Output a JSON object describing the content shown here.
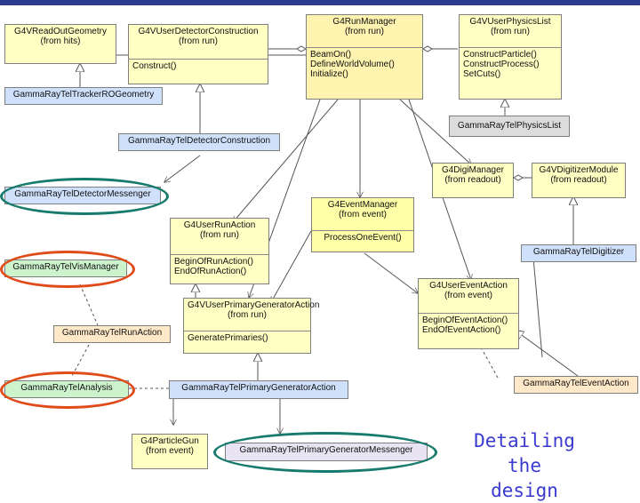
{
  "classes": {
    "readout_geometry": {
      "name": "G4VReadOutGeometry",
      "origin": "(from hits)"
    },
    "user_detector_construction": {
      "name": "G4VUserDetectorConstruction",
      "origin": "(from run)",
      "ops": [
        "Construct()"
      ]
    },
    "run_manager": {
      "name": "G4RunManager",
      "origin": "(from run)",
      "ops": [
        "BeamOn()",
        "DefineWorldVolume()",
        "Initialize()"
      ]
    },
    "user_physics_list": {
      "name": "G4VUserPhysicsList",
      "origin": "(from run)",
      "ops": [
        "ConstructParticle()",
        "ConstructProcess()",
        "SetCuts()"
      ]
    },
    "tracker_ro_geometry": {
      "name": "GammaRayTelTrackerROGeometry"
    },
    "physics_list": {
      "name": "GammaRayTelPhysicsList"
    },
    "detector_construction": {
      "name": "GammaRayTelDetectorConstruction"
    },
    "digi_manager": {
      "name": "G4DigiManager",
      "origin": "(from readout)"
    },
    "digitizer_module": {
      "name": "G4VDigitizerModule",
      "origin": "(from readout)"
    },
    "detector_messenger": {
      "name": "GammaRayTelDetectorMessenger"
    },
    "event_manager": {
      "name": "G4EventManager",
      "origin": "(from event)",
      "ops": [
        "ProcessOneEvent()"
      ]
    },
    "user_run_action": {
      "name": "G4UserRunAction",
      "origin": "(from run)",
      "ops": [
        "BeginOfRunAction()",
        "EndOfRunAction()"
      ]
    },
    "digitizer": {
      "name": "GammaRayTelDigitizer"
    },
    "vis_manager": {
      "name": "GammaRayTelVisManager"
    },
    "user_event_action": {
      "name": "G4UserEventAction",
      "origin": "(from event)",
      "ops": [
        "BeginOfEventAction()",
        "EndOfEventAction()"
      ]
    },
    "primary_generator_action_base": {
      "name": "G4VUserPrimaryGeneratorAction",
      "origin": "(from run)",
      "ops": [
        "GeneratePrimaries()"
      ]
    },
    "run_action": {
      "name": "GammaRayTelRunAction"
    },
    "event_action": {
      "name": "GammaRayTelEventAction"
    },
    "analysis": {
      "name": "GammaRayTelAnalysis"
    },
    "primary_generator_action": {
      "name": "GammaRayTelPrimaryGeneratorAction"
    },
    "particle_gun": {
      "name": "G4ParticleGun",
      "origin": "(from event)"
    },
    "primary_generator_messenger": {
      "name": "GammaRayTelPrimaryGeneratorMessenger"
    }
  },
  "caption": [
    "Detailing the",
    "design"
  ],
  "colors": {
    "topbar": "#2a3a8c",
    "teal_ring": "#167a6c",
    "red_ring": "#e04b1a",
    "caption": "#3a3ad0"
  }
}
